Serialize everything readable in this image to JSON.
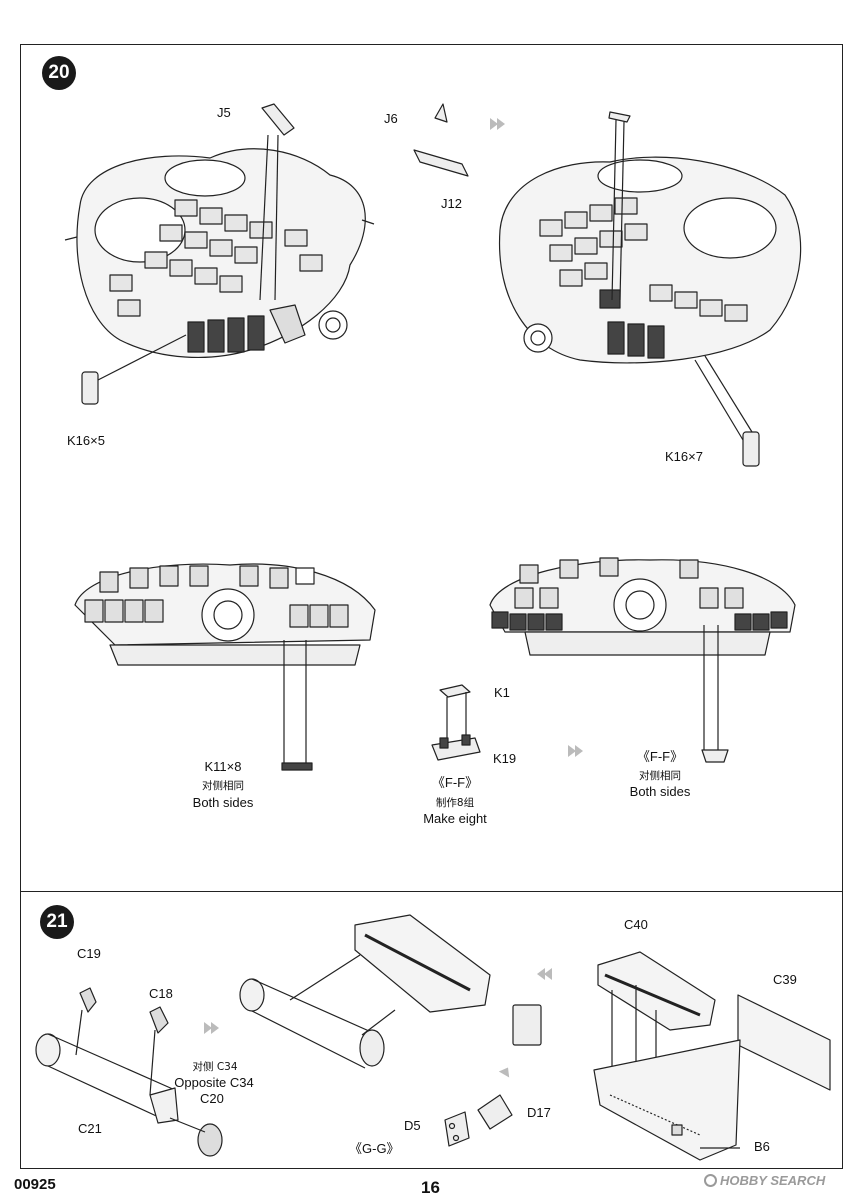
{
  "step20": {
    "number": "20",
    "labels": {
      "j5": "J5",
      "j6": "J6",
      "j12": "J12",
      "k16x5": "K16×5",
      "k16x7": "K16×7",
      "k11x8": "K11×8",
      "both_sides_cn_1": "对侧相同",
      "both_sides_1": "Both sides",
      "k1": "K1",
      "k19": "K19",
      "ff_1": "《F-F》",
      "make_eight_cn": "制作8组",
      "make_eight": "Make eight",
      "ff_2": "《F-F》",
      "both_sides_cn_2": "对侧相同",
      "both_sides_2": "Both sides"
    }
  },
  "step21": {
    "number": "21",
    "labels": {
      "c19": "C19",
      "c18": "C18",
      "c21": "C21",
      "opposite_cn": "对侧 C34",
      "opposite": "Opposite C34",
      "c20": "C20",
      "c40": "C40",
      "c39": "C39",
      "d5": "D5",
      "d17": "D17",
      "gg": "《G-G》",
      "b6": "B6"
    }
  },
  "footer": {
    "code": "00925",
    "page": "16",
    "watermark": "HOBBY SEARCH"
  }
}
